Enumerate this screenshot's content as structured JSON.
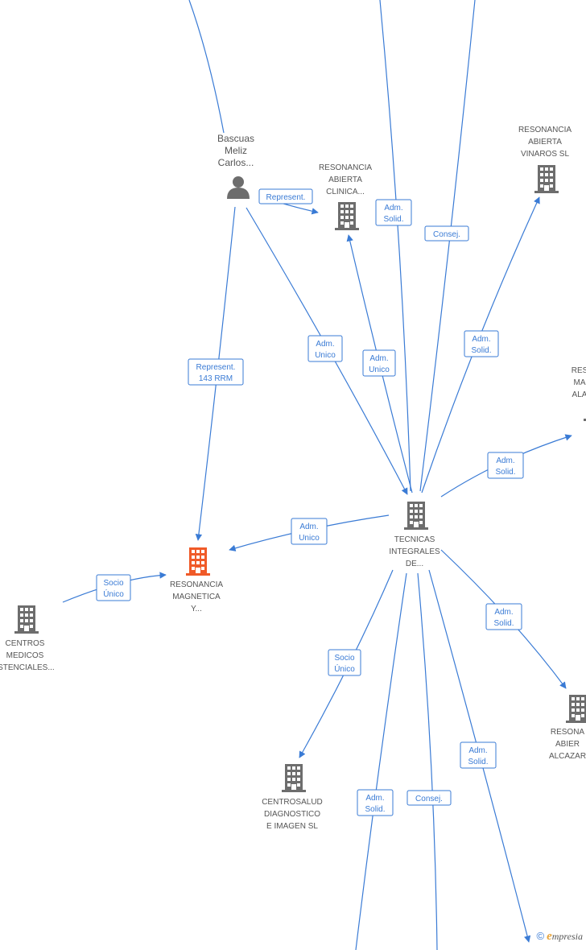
{
  "colors": {
    "edge": "#3a7bd5",
    "node_gray": "#6d6d6d",
    "node_highlight": "#f05a28",
    "text": "#555555"
  },
  "nodes": [
    {
      "id": "bascuas",
      "icon": "person-icon",
      "lines": [
        "Bascuas",
        "Meliz",
        "Carlos..."
      ]
    },
    {
      "id": "ra_clinica",
      "icon": "building-icon",
      "lines": [
        "RESONANCIA",
        "ABIERTA",
        "CLINICA..."
      ]
    },
    {
      "id": "ra_vinaros",
      "icon": "building-icon",
      "lines": [
        "RESONANCIA",
        "ABIERTA",
        "VINAROS SL"
      ]
    },
    {
      "id": "res_ma_ala",
      "icon": "building-icon",
      "lines": [
        "RES",
        "MA",
        "ALA"
      ]
    },
    {
      "id": "tecnicas",
      "icon": "building-icon",
      "lines": [
        "TECNICAS",
        "INTEGRALES",
        "DE..."
      ]
    },
    {
      "id": "rm_y",
      "icon": "building-icon",
      "highlight": true,
      "lines": [
        "RESONANCIA",
        "MAGNETICA",
        "Y..."
      ]
    },
    {
      "id": "centros_medicos",
      "icon": "building-icon",
      "lines": [
        "CENTROS",
        "MEDICOS",
        "ISTENCIALES..."
      ]
    },
    {
      "id": "ra_alcazar",
      "icon": "building-icon",
      "lines": [
        "RESONA",
        "ABIER",
        "ALCAZAR"
      ]
    },
    {
      "id": "centrosalud",
      "icon": "building-icon",
      "lines": [
        "CENTROSALUD",
        "DIAGNOSTICO",
        "E IMAGEN SL"
      ]
    }
  ],
  "edges": [
    {
      "id": "e_top_bascuas",
      "lines": []
    },
    {
      "id": "e_top_t1",
      "lines": []
    },
    {
      "id": "e_top_t2",
      "lines": []
    },
    {
      "id": "e_bascuas_clinica",
      "lines": [
        "Represent."
      ]
    },
    {
      "id": "e_bascuas_rmy",
      "lines": [
        "Represent.",
        "143 RRM"
      ]
    },
    {
      "id": "e_bascuas_tecnicas",
      "lines": [
        "Adm.",
        "Unico"
      ]
    },
    {
      "id": "e_tec_clinica",
      "lines": [
        "Adm.",
        "Unico"
      ]
    },
    {
      "id": "e_clinica_adm_solid",
      "lines": [
        "Adm.",
        "Solid."
      ]
    },
    {
      "id": "e_consej_top",
      "lines": [
        "Consej."
      ]
    },
    {
      "id": "e_tec_vinaros",
      "lines": [
        "Adm.",
        "Solid."
      ]
    },
    {
      "id": "e_tec_ala",
      "lines": [
        "Adm.",
        "Solid."
      ]
    },
    {
      "id": "e_tec_rmy",
      "lines": [
        "Adm.",
        "Unico"
      ]
    },
    {
      "id": "e_centros_rmy",
      "lines": [
        "Socio",
        "Único"
      ]
    },
    {
      "id": "e_tec_alcazar",
      "lines": [
        "Adm.",
        "Solid."
      ]
    },
    {
      "id": "e_tec_centrosalud",
      "lines": [
        "Socio",
        "Único"
      ]
    },
    {
      "id": "e_bottom_1",
      "lines": [
        "Adm.",
        "Solid."
      ]
    },
    {
      "id": "e_bottom_2",
      "lines": [
        "Consej."
      ]
    },
    {
      "id": "e_bottom_3",
      "lines": [
        "Adm.",
        "Solid."
      ]
    }
  ],
  "brand": {
    "copyright": "©",
    "first_letter": "e",
    "rest": "mpresia"
  }
}
